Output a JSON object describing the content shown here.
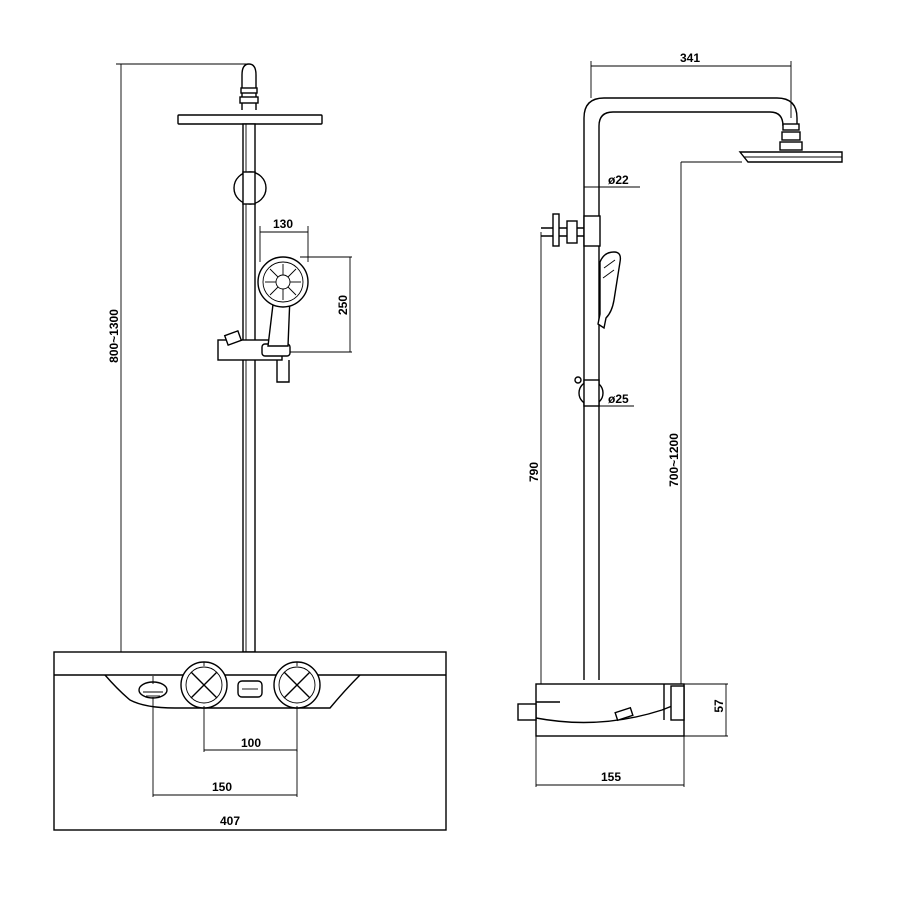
{
  "drawing": {
    "front_view": {
      "total_height_label": "800~1300",
      "handset_width_label": "130",
      "handset_height_label": "250",
      "valve_spacing_label": "100",
      "outlet_spacing_label": "150",
      "shelf_width_label": "407"
    },
    "side_view": {
      "arm_reach_label": "341",
      "riser_diameter_label": "ø22",
      "slider_diameter_label": "ø25",
      "inlet_height_label": "790",
      "head_height_label": "700~1200",
      "shelf_height_label": "57",
      "shelf_depth_label": "155"
    }
  }
}
